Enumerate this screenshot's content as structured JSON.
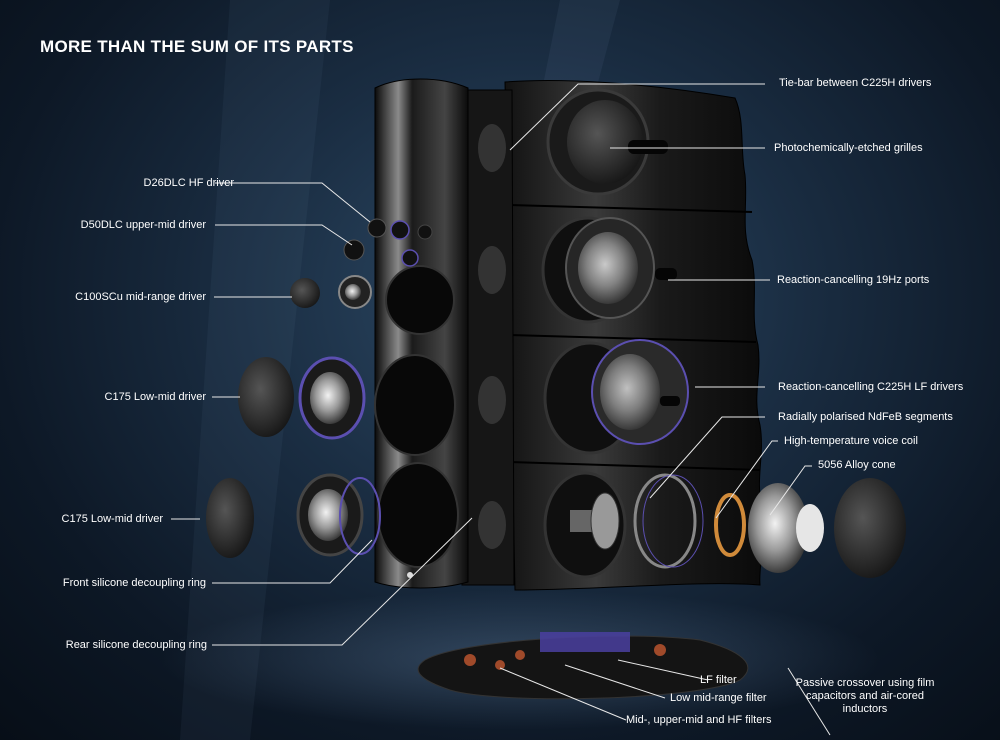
{
  "title": "MORE THAN THE SUM OF ITS PARTS",
  "labels": {
    "hf_driver": "D26DLC HF driver",
    "upper_mid_driver": "D50DLC upper-mid driver",
    "mid_range_driver": "C100SCu mid-range driver",
    "low_mid_driver_upper": "C175 Low-mid driver",
    "low_mid_driver_lower": "C175 Low-mid driver",
    "front_ring": "Front silicone decoupling ring",
    "rear_ring": "Rear silicone decoupling ring",
    "tie_bar": "Tie-bar between C225H drivers",
    "grilles": "Photochemically-etched grilles",
    "ports": "Reaction-cancelling 19Hz ports",
    "lf_drivers": "Reaction-cancelling C225H LF drivers",
    "ndfeb": "Radially polarised NdFeB segments",
    "voice_coil": "High-temperature voice coil",
    "alloy_cone": "5056 Alloy cone",
    "lf_filter": "LF filter",
    "low_mid_filter": "Low mid-range filter",
    "hf_filters": "Mid-, upper-mid and HF filters",
    "crossover": "Passive crossover using film capacitors and air-cored inductors"
  }
}
